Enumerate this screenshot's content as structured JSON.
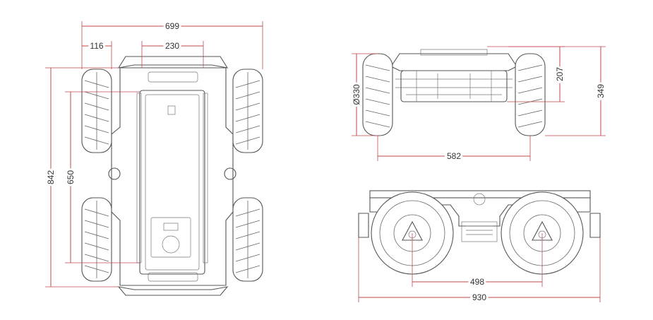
{
  "dimensions": {
    "overall_width_top": "699",
    "wheel_width": "116",
    "bumper_width": "230",
    "overall_length": "842",
    "wheelbase": "650",
    "wheel_diameter": "Ø330",
    "chassis_height": "207",
    "overall_height": "349",
    "front_track": "582",
    "side_wheelbase": "498",
    "side_overall_length": "930"
  },
  "colors": {
    "dimension_line": "#c0474c",
    "outline": "#555555",
    "text": "#333333"
  }
}
